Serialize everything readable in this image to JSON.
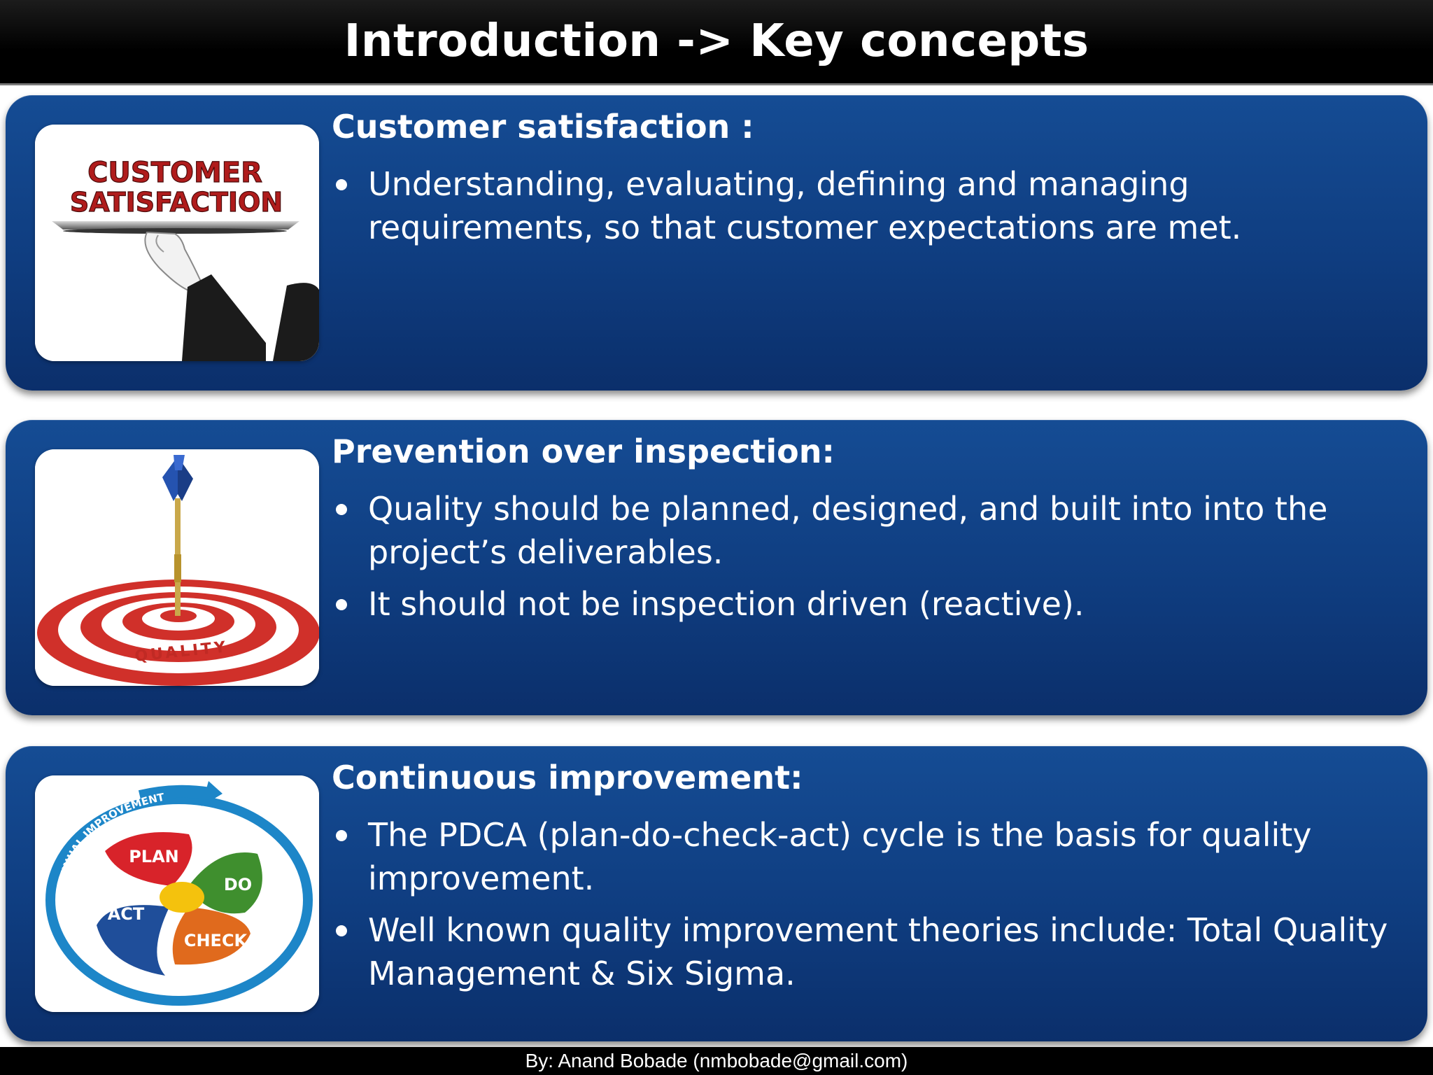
{
  "slide": {
    "title": "Introduction -> Key concepts",
    "footer": "By: Anand Bobade (nmbobade@gmail.com)"
  },
  "sections": [
    {
      "heading": "Customer satisfaction :",
      "image": {
        "icon": "customer-satisfaction-icon",
        "label_line1": "CUSTOMER",
        "label_line2": "SATISFACTION"
      },
      "bullets": [
        "Understanding, evaluating, defining and managing requirements, so that customer expectations are met."
      ]
    },
    {
      "heading": "Prevention over inspection:",
      "image": {
        "icon": "dart-target-icon",
        "label": "QUALITY"
      },
      "bullets": [
        "Quality should be planned, designed, and built into into the project’s deliverables.",
        "It should not be inspection driven (reactive)."
      ]
    },
    {
      "heading": "Continuous improvement:",
      "image": {
        "icon": "pdca-cycle-icon",
        "ring_label": "CONTINUAL IMPROVEMENT",
        "plan": "PLAN",
        "do": "DO",
        "check": "CHECK",
        "act": "ACT"
      },
      "bullets": [
        "The PDCA (plan-do-check-act) cycle is the basis for quality improvement.",
        "Well known quality improvement theories include: Total Quality Management & Six Sigma."
      ]
    }
  ],
  "colors": {
    "panel_blue": "#124488",
    "title_bar": "#000000",
    "text": "#ffffff",
    "satisfaction_red": "#b01c1c",
    "target_red": "#d0302a",
    "pdca_red": "#d8232a",
    "pdca_green": "#3f8f2e",
    "pdca_orange": "#e06a1d",
    "pdca_blue": "#1f4e9a",
    "pdca_yellow": "#f4c20d",
    "ring_blue": "#1d86c8"
  }
}
